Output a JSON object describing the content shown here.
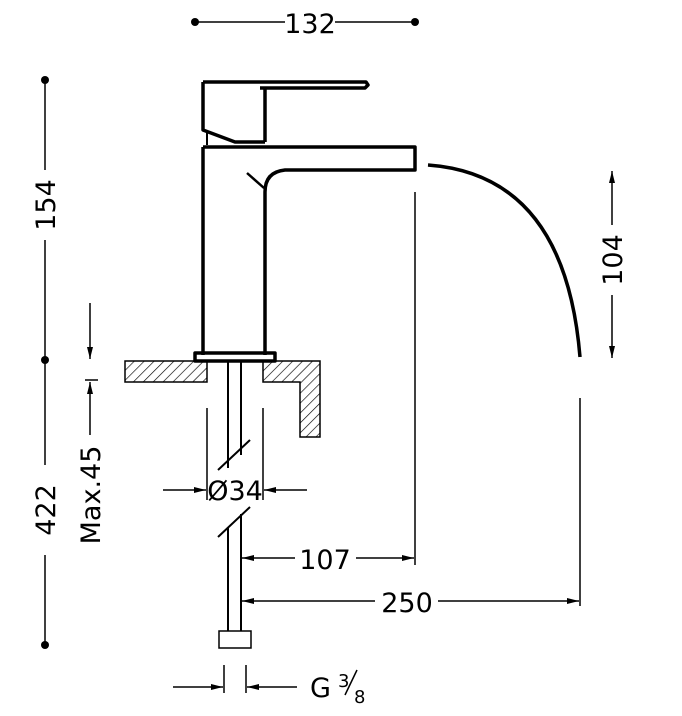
{
  "dimensions": {
    "top_width": "132",
    "lever_height": "154",
    "total_height": "422",
    "max_counter_thickness": "Max.45",
    "hole_diameter": "Ø34",
    "spout_reach": "107",
    "stream_reach": "250",
    "spout_height": "104",
    "connection_thread_prefix": "G",
    "connection_thread_num": "3",
    "connection_thread_den": "8"
  },
  "colors": {
    "line": "#000000",
    "background": "#ffffff"
  }
}
